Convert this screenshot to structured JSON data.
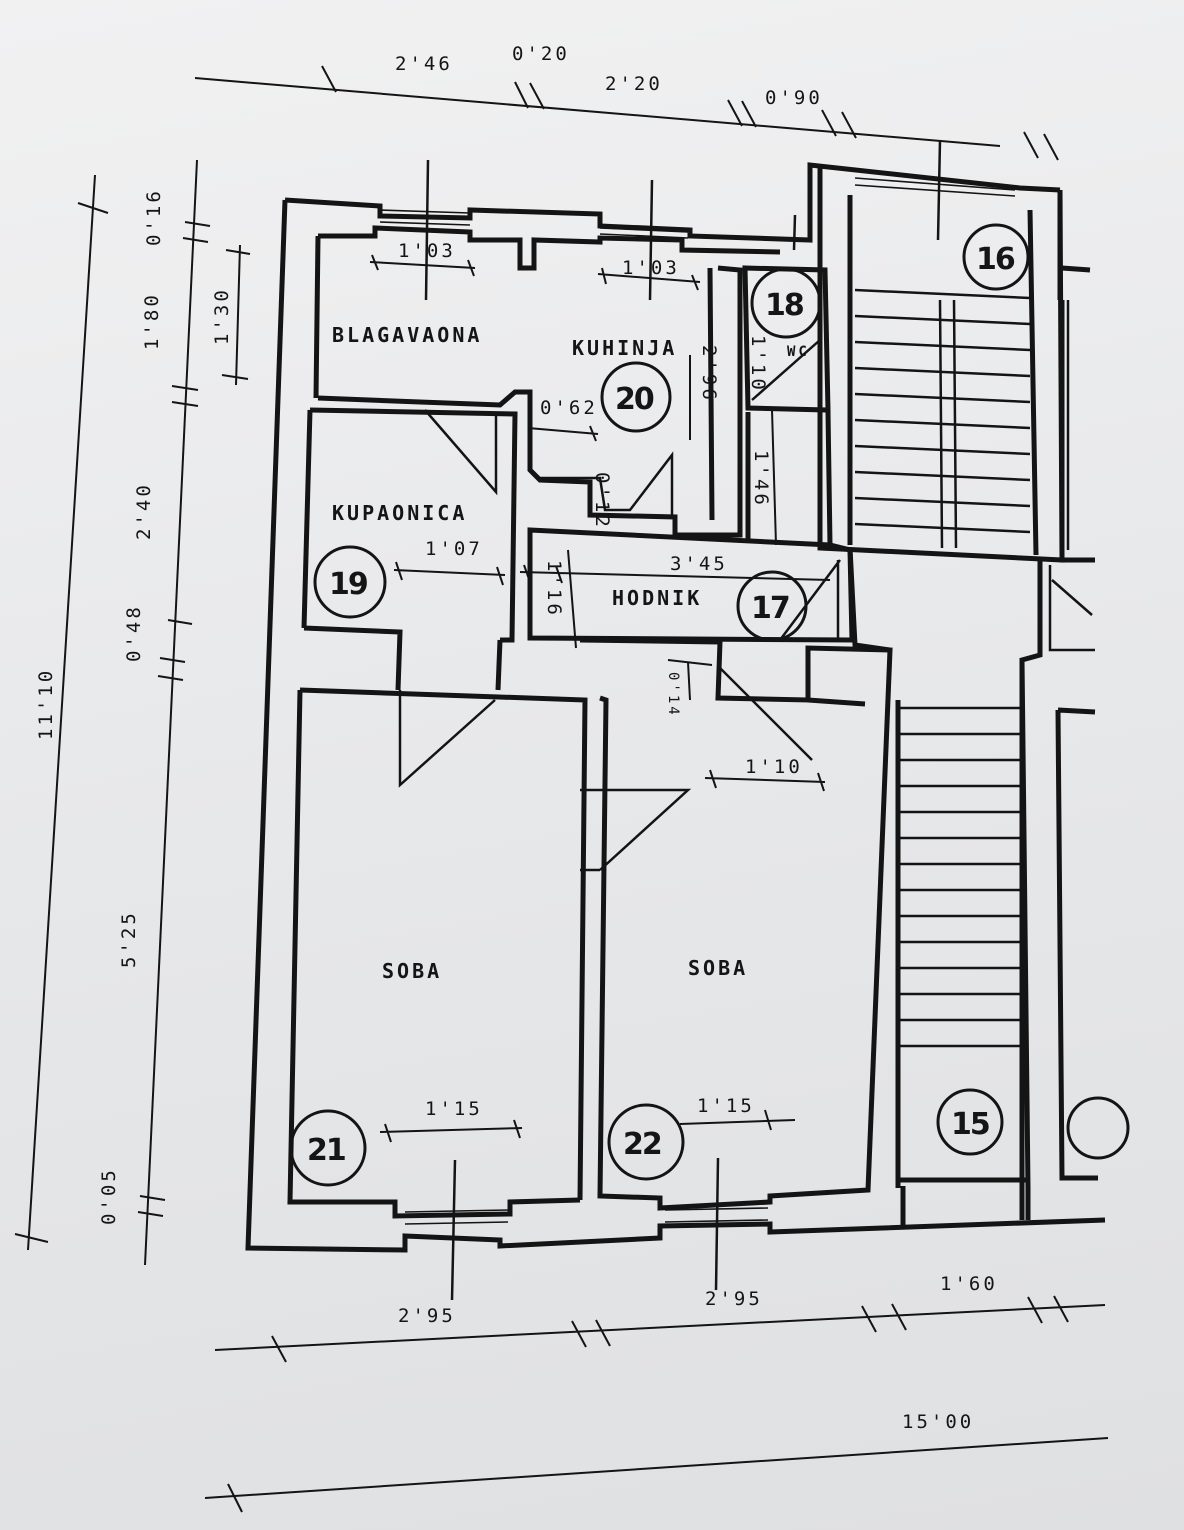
{
  "rooms": {
    "blagavaona": "BLAGAVAONA",
    "kuhinja": "KUHINJA",
    "kupaonica": "KUPAONICA",
    "hodnik": "HODNIK",
    "soba_left": "SOBA",
    "soba_right": "SOBA",
    "wc": "WC"
  },
  "room_numbers": {
    "n15": "15",
    "n16": "16",
    "n17": "17",
    "n18": "18",
    "n19": "19",
    "n20": "20",
    "n21": "21",
    "n22": "22"
  },
  "dimensions": {
    "top": [
      "2'46",
      "0'20",
      "2'20",
      "0'90"
    ],
    "left_outer": "11'10",
    "left_stack": [
      "0'16",
      "1'80",
      "2'40",
      "0'48",
      "5'25",
      "0'05"
    ],
    "left_inner": "1'30",
    "kitchen_win_left": "1'03",
    "kitchen_win_right": "1'03",
    "kitchen_depth": "2'96",
    "kitchen_nib": "0'62",
    "kitchen_small": "0'12",
    "wc_depth": "1'46",
    "wc_width": "1'10",
    "bath_width": "1'07",
    "hall_width": "3'45",
    "hall_depth": "1'16",
    "door_nib": "0'14",
    "room22_door": "1'10",
    "window_21": "1'15",
    "window_22": "1'15",
    "bottom": [
      "2'95",
      "2'95",
      "1'60"
    ],
    "bottom_total": "15'00"
  }
}
